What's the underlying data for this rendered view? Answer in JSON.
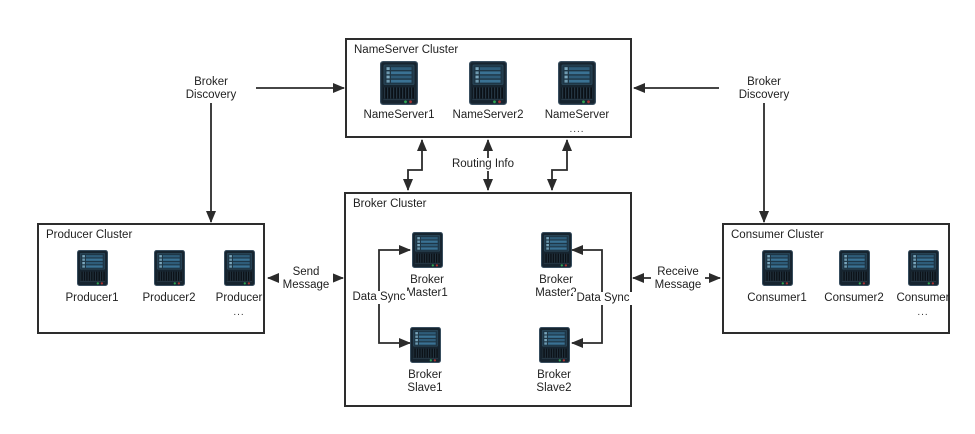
{
  "clusters": {
    "nameserver": {
      "title": "NameServer Cluster",
      "nodes": [
        {
          "label": "NameServer1"
        },
        {
          "label": "NameServer2"
        },
        {
          "label": "NameServer",
          "sub": "...."
        }
      ]
    },
    "broker": {
      "title": "Broker Cluster",
      "nodes": [
        {
          "label": "Broker",
          "label2": "Master1"
        },
        {
          "label": "Broker",
          "label2": "Master2"
        },
        {
          "label": "Broker",
          "label2": "Slave1"
        },
        {
          "label": "Broker",
          "label2": "Slave2"
        }
      ]
    },
    "producer": {
      "title": "Producer Cluster",
      "nodes": [
        {
          "label": "Producer1"
        },
        {
          "label": "Producer2"
        },
        {
          "label": "Producer",
          "sub": "..."
        }
      ]
    },
    "consumer": {
      "title": "Consumer Cluster",
      "nodes": [
        {
          "label": "Consumer1"
        },
        {
          "label": "Consumer2"
        },
        {
          "label": "Consumer",
          "sub": "..."
        }
      ]
    }
  },
  "edge_labels": {
    "broker_discovery_left": {
      "line1": "Broker",
      "line2": "Discovery"
    },
    "broker_discovery_right": {
      "line1": "Broker",
      "line2": "Discovery"
    },
    "routing_info": "Routing Info",
    "send_message": {
      "line1": "Send",
      "line2": "Message"
    },
    "receive_message": {
      "line1": "Receive",
      "line2": "Message"
    },
    "data_sync_left": "Data Sync",
    "data_sync_right": "Data Sync"
  },
  "colors": {
    "background": "#ffffff",
    "line": "#2b2b2b",
    "box_border": "#2d2d2d",
    "text": "#1f1f1f",
    "server_body": "#16242f",
    "server_screen": "#1e3646",
    "server_bar_bright": "#3a7294",
    "server_bar_dim": "#2e5c79",
    "led_green": "#2fa352",
    "led_red": "#a83232"
  }
}
